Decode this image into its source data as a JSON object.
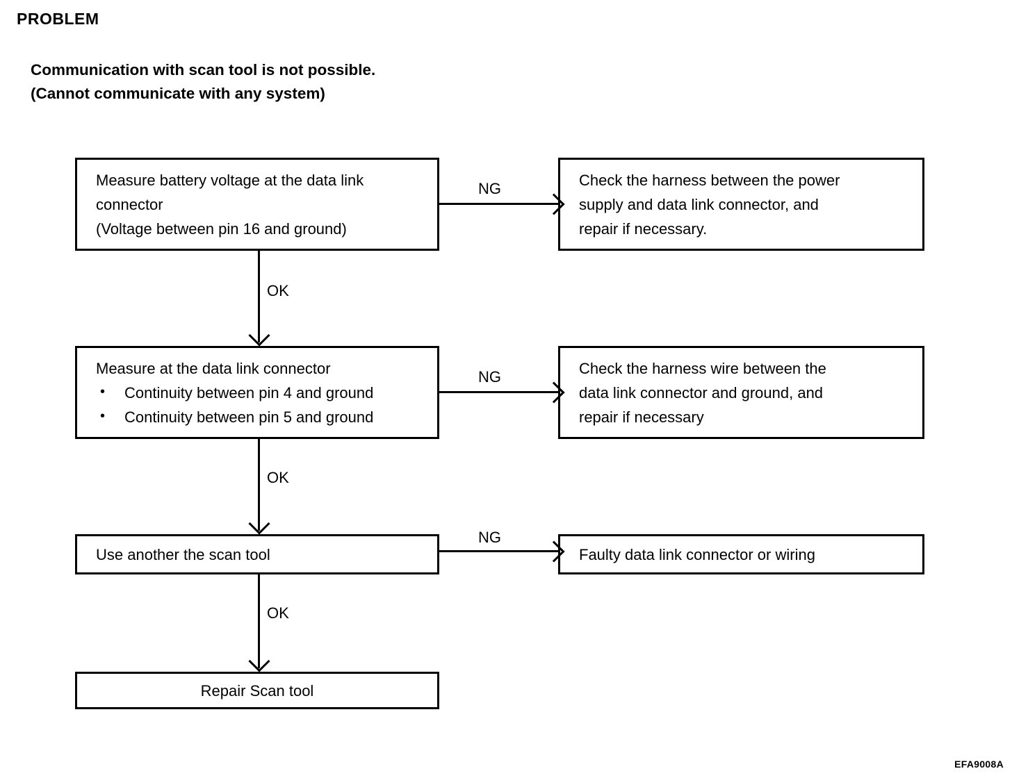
{
  "document": {
    "heading": "PROBLEM",
    "statement_lines": [
      "Communication with scan tool is not possible.",
      "(Cannot communicate with any system)"
    ],
    "figure_code": "EFA9008A"
  },
  "flowchart": {
    "type": "diagram",
    "nodes": [
      {
        "id": "measure-battery",
        "lines": [
          "Measure battery voltage at the data link",
          "connector",
          "(Voltage between pin 16 and ground)"
        ]
      },
      {
        "id": "check-power",
        "lines": [
          "Check the harness between the power",
          "supply and data link connector, and",
          "repair if necessary."
        ]
      },
      {
        "id": "measure-dlc",
        "lines": [
          "Measure at the data link connector"
        ],
        "bullets": [
          "Continuity between pin 4 and ground",
          "Continuity between pin 5 and ground"
        ]
      },
      {
        "id": "check-ground",
        "lines": [
          "Check the harness wire between the",
          "data link connector and ground, and",
          "repair if necessary"
        ]
      },
      {
        "id": "another-tool",
        "lines": [
          "Use another the scan tool"
        ]
      },
      {
        "id": "faulty-dlc",
        "lines": [
          "Faulty data link connector or wiring"
        ]
      },
      {
        "id": "repair-tool",
        "lines": [
          "Repair Scan tool"
        ]
      }
    ],
    "edges": [
      {
        "id": "ng-1",
        "label": "NG",
        "from": "measure-battery",
        "to": "check-power",
        "direction": "right"
      },
      {
        "id": "ok-1",
        "label": "OK",
        "from": "measure-battery",
        "to": "measure-dlc",
        "direction": "down"
      },
      {
        "id": "ng-2",
        "label": "NG",
        "from": "measure-dlc",
        "to": "check-ground",
        "direction": "right"
      },
      {
        "id": "ok-2",
        "label": "OK",
        "from": "measure-dlc",
        "to": "another-tool",
        "direction": "down"
      },
      {
        "id": "ng-3",
        "label": "NG",
        "from": "another-tool",
        "to": "faulty-dlc",
        "direction": "right"
      },
      {
        "id": "ok-3",
        "label": "OK",
        "from": "another-tool",
        "to": "repair-tool",
        "direction": "down"
      }
    ]
  }
}
